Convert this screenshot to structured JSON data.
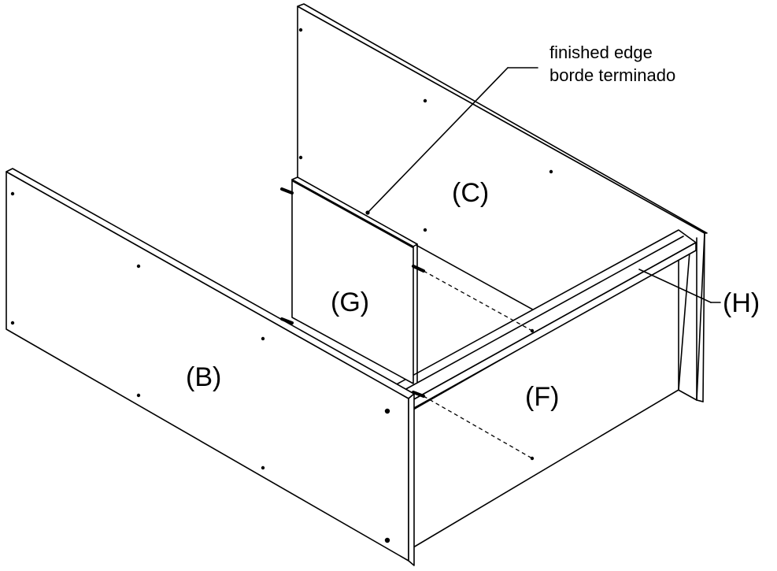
{
  "labels": {
    "finished_edge_en": "finished edge",
    "finished_edge_es": "borde terminado",
    "part_b": "(B)",
    "part_c": "(C)",
    "part_f": "(F)",
    "part_g": "(G)",
    "part_h": "(H)"
  },
  "colors": {
    "line": "#000000",
    "background": "#ffffff"
  }
}
